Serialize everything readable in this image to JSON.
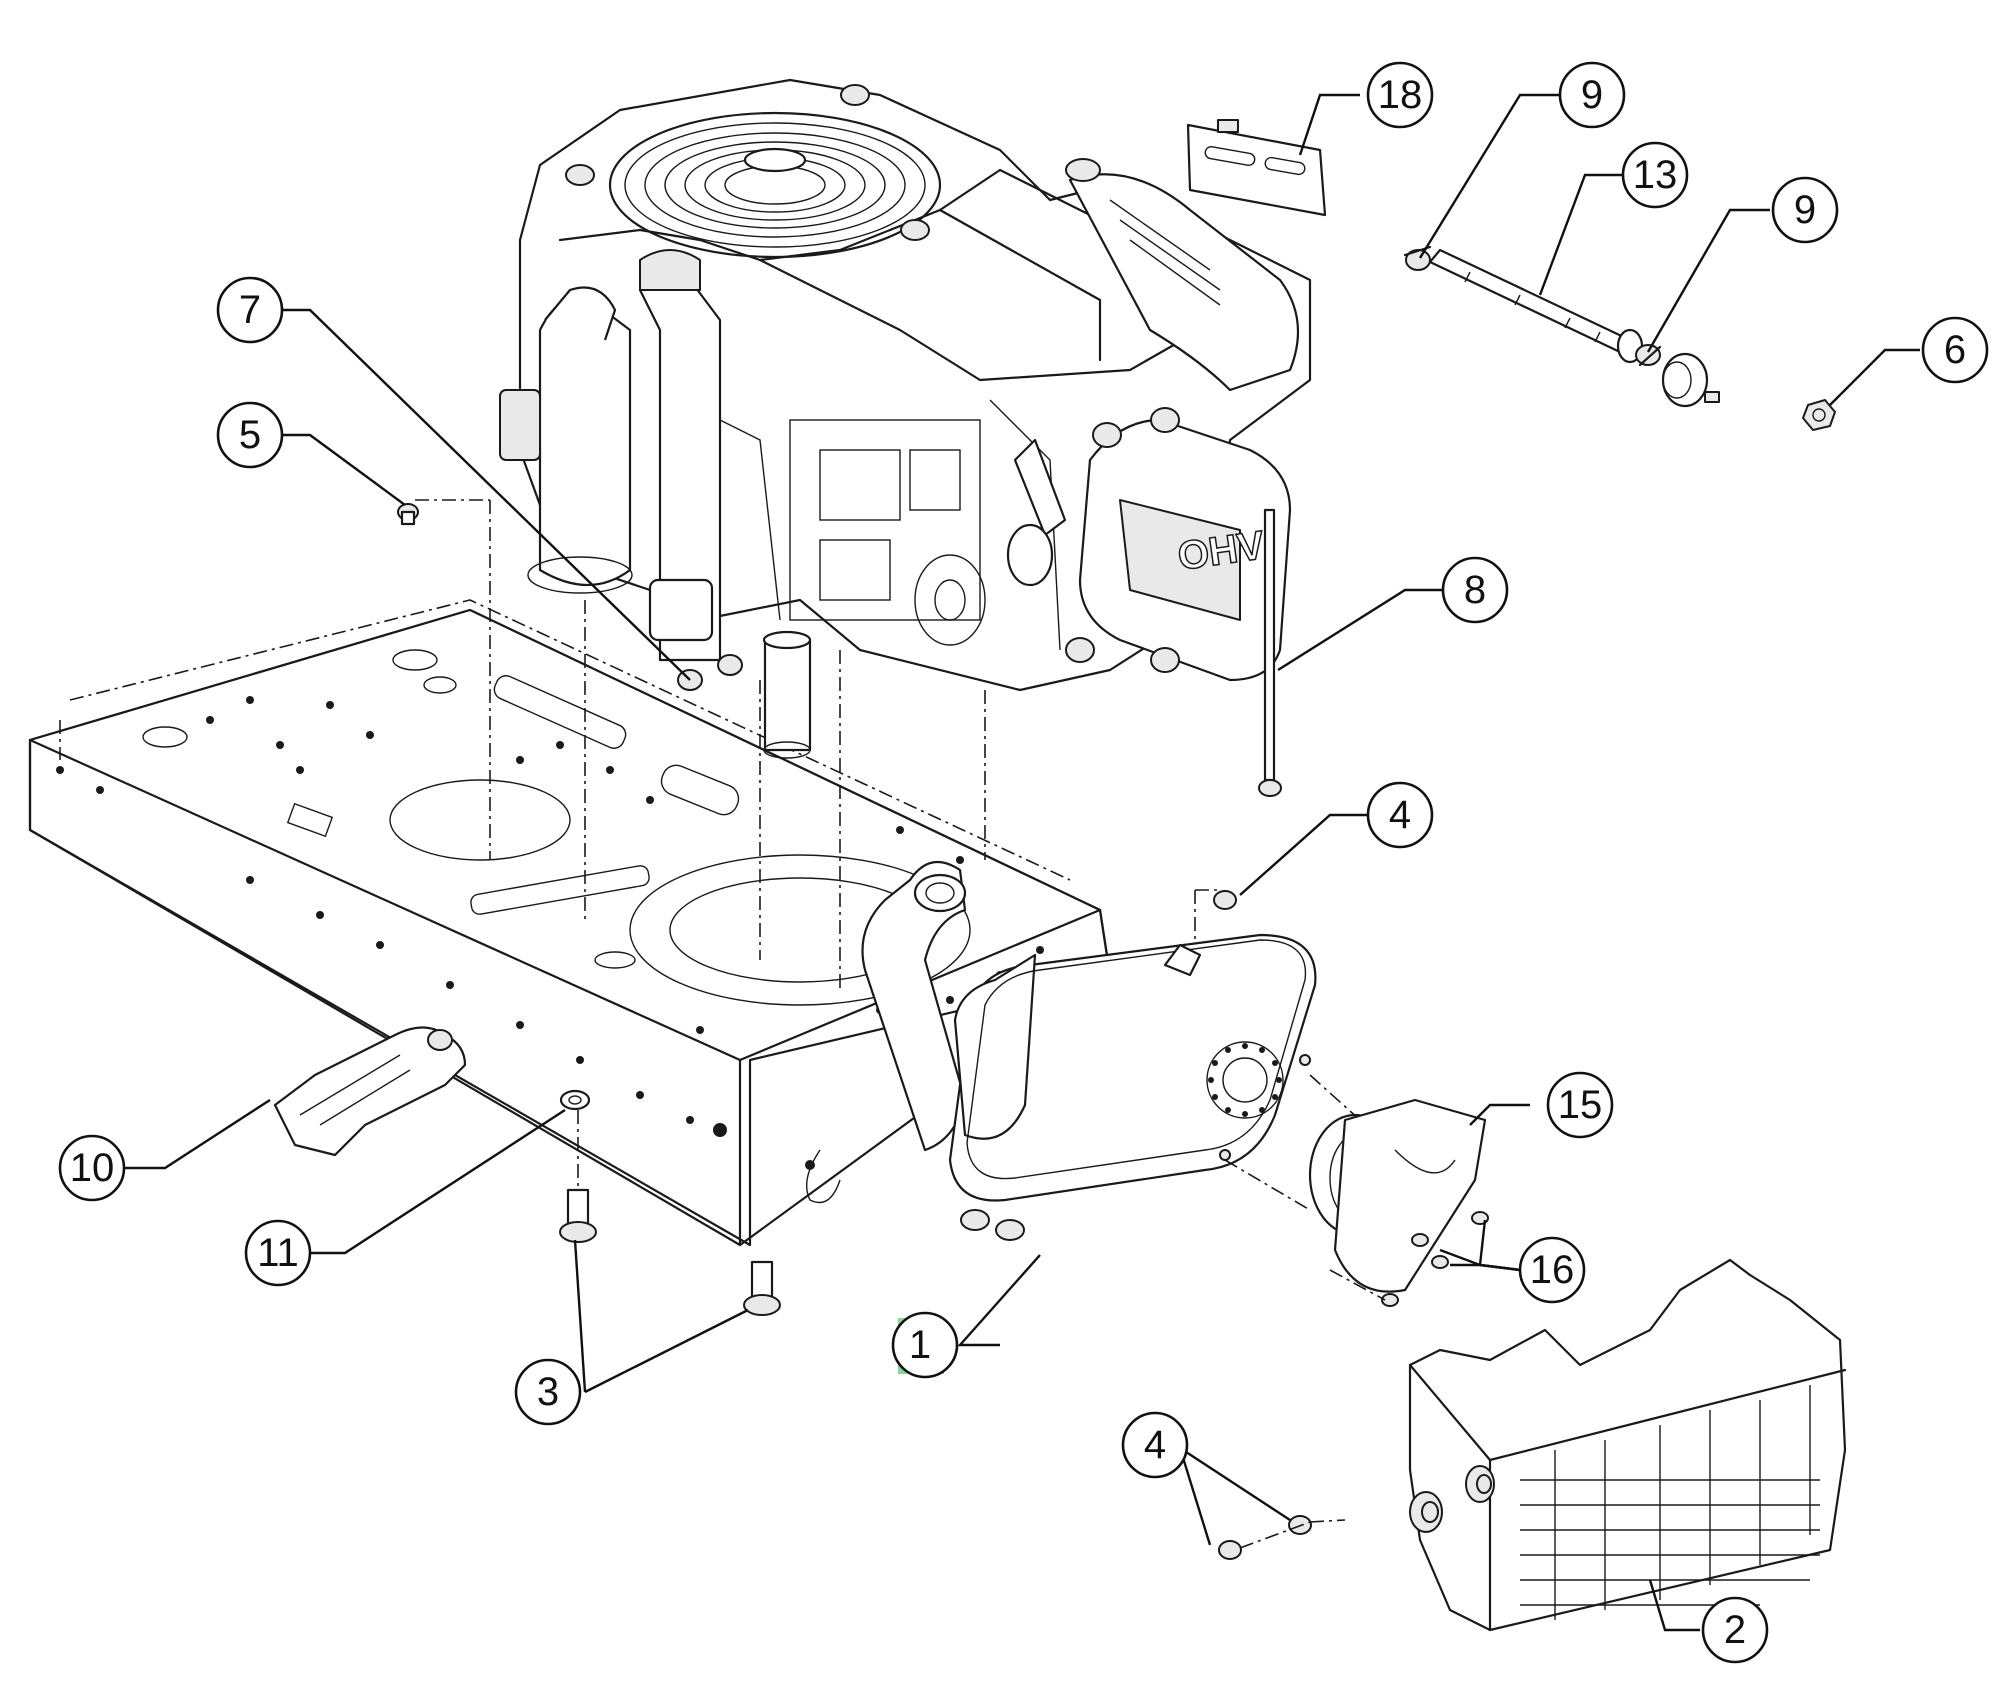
{
  "diagram": {
    "engine_cover_text": "OHV",
    "highlight_color": "#8fd3a3",
    "callouts": [
      {
        "id": "c1",
        "label": "1",
        "highlighted": true
      },
      {
        "id": "c2",
        "label": "2"
      },
      {
        "id": "c3",
        "label": "3"
      },
      {
        "id": "c4a",
        "label": "4"
      },
      {
        "id": "c4b",
        "label": "4"
      },
      {
        "id": "c5",
        "label": "5"
      },
      {
        "id": "c6",
        "label": "6"
      },
      {
        "id": "c7",
        "label": "7"
      },
      {
        "id": "c8",
        "label": "8"
      },
      {
        "id": "c9a",
        "label": "9"
      },
      {
        "id": "c9b",
        "label": "9"
      },
      {
        "id": "c10",
        "label": "10"
      },
      {
        "id": "c11",
        "label": "11"
      },
      {
        "id": "c13",
        "label": "13"
      },
      {
        "id": "c15",
        "label": "15"
      },
      {
        "id": "c16",
        "label": "16"
      },
      {
        "id": "c18",
        "label": "18"
      }
    ]
  }
}
